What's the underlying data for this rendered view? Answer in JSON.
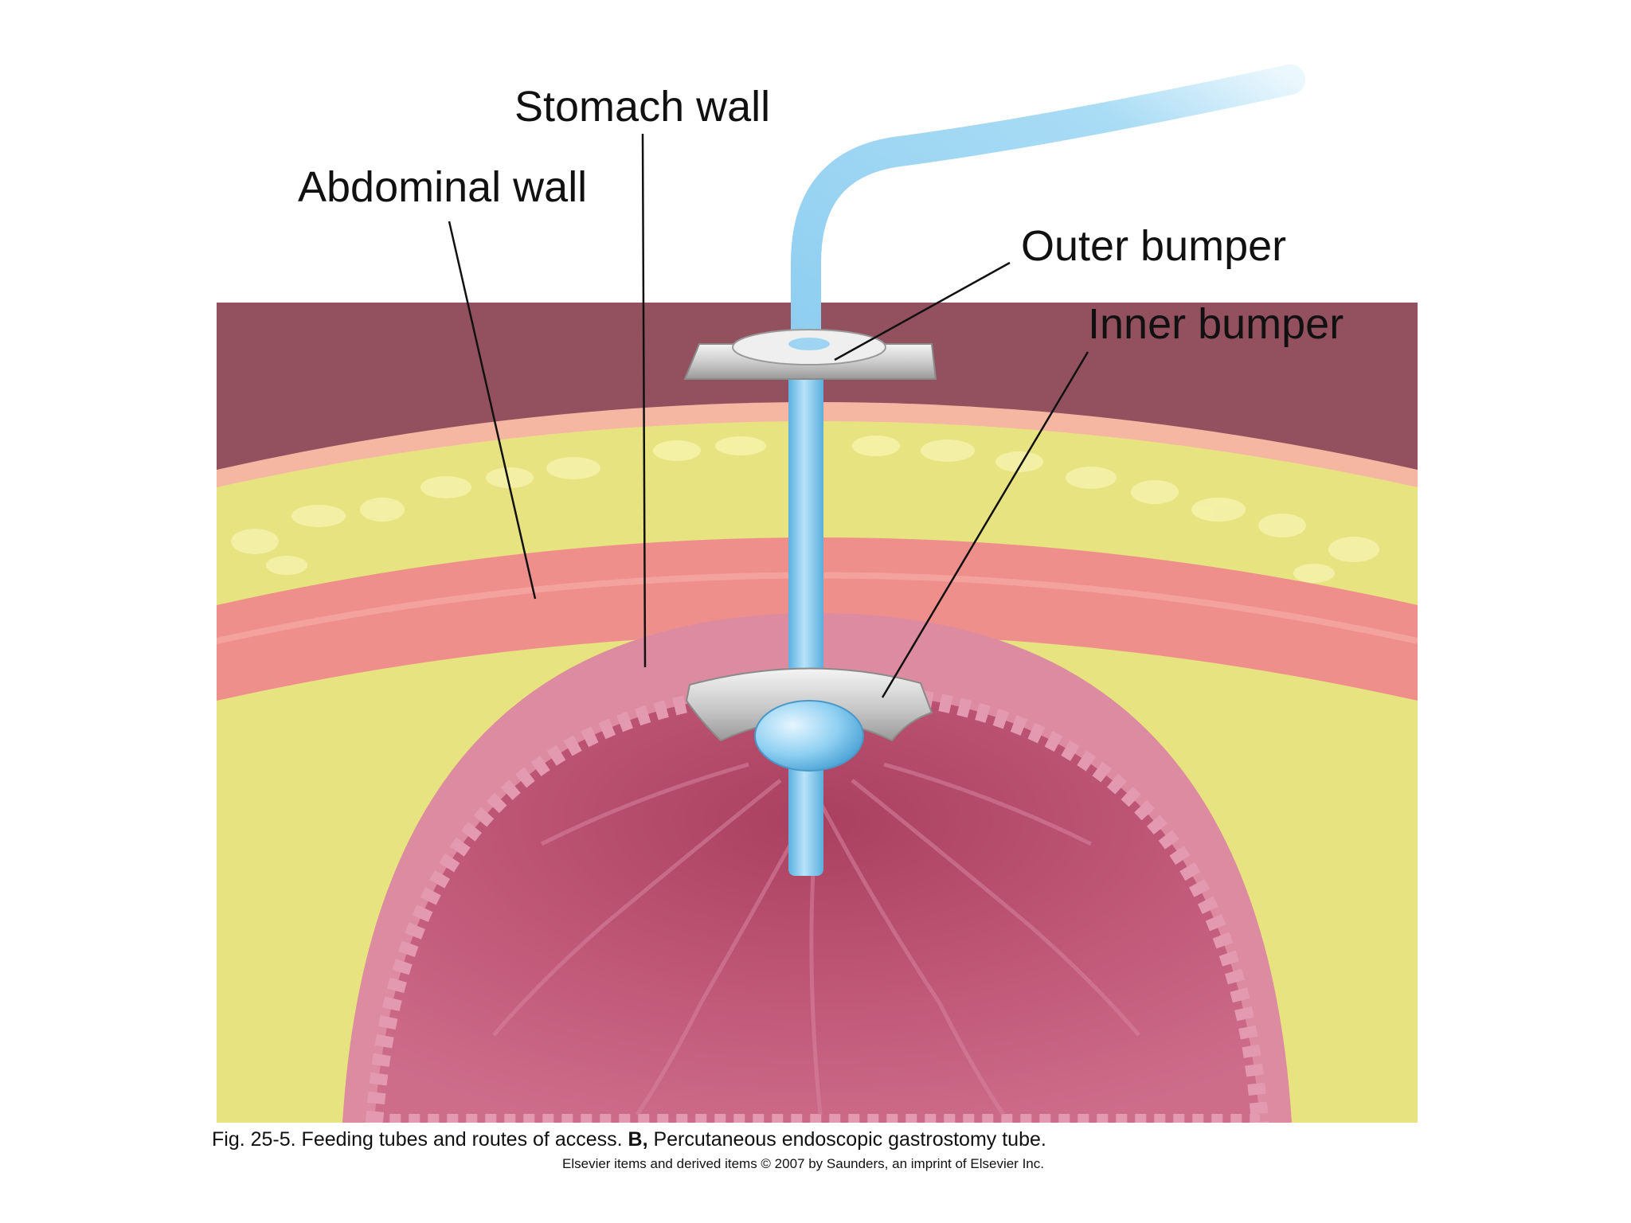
{
  "labels": {
    "stomach_wall": "Stomach wall",
    "abdominal_wall": "Abdominal wall",
    "outer_bumper": "Outer bumper",
    "inner_bumper": "Inner bumper"
  },
  "caption": {
    "prefix": "Fig. 25-5. Feeding tubes and routes of access. ",
    "bold": "B,",
    "suffix": " Percutaneous endoscopic gastrostomy tube."
  },
  "copyright": "Elsevier items and derived items © 2007 by Saunders, an imprint of Elsevier Inc.",
  "colors": {
    "background": "#ffffff",
    "skin": "#f5b7a2",
    "fat": "#e7e381",
    "muscle": "#ef8f8c",
    "cavity": "#93505e",
    "stomach_wall": "#dd8ba1",
    "stomach_interior": "#b65170",
    "tube": "#8ccdf0",
    "bumper": "#d6d6d6",
    "leader_line": "#111111"
  }
}
